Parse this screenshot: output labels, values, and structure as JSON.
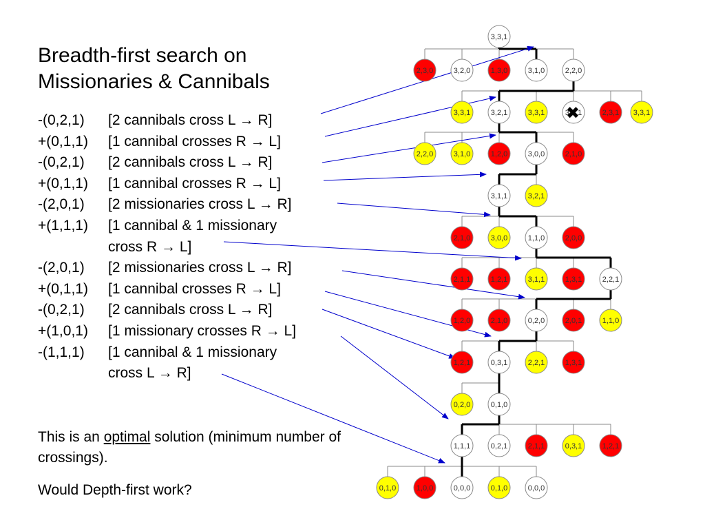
{
  "title": {
    "line1": "Breadth-first search on",
    "line2": "Missionaries & Cannibals"
  },
  "steps": [
    {
      "code": "-(0,2,1)",
      "desc": "[2 cannibals cross L → R]"
    },
    {
      "code": "+(0,1,1)",
      "desc": "[1 cannibal crosses R → L]"
    },
    {
      "code": "-(0,2,1)",
      "desc": "[2 cannibals cross L → R]"
    },
    {
      "code": "+(0,1,1)",
      "desc": "[1 cannibal crosses R → L]"
    },
    {
      "code": "-(2,0,1)",
      "desc": "[2 missionaries cross L → R]"
    },
    {
      "code": "+(1,1,1)",
      "desc": "[1 cannibal & 1 missionary"
    },
    {
      "code": "",
      "desc": "cross R → L]"
    },
    {
      "code": "-(2,0,1)",
      "desc": "[2 missionaries cross L → R]"
    },
    {
      "code": "+(0,1,1)",
      "desc": "[1 cannibal crosses R → L]"
    },
    {
      "code": "-(0,2,1)",
      "desc": "[2 cannibals cross L → R]"
    },
    {
      "code": "+(1,0,1)",
      "desc": "[1 missionary crosses R → L]"
    },
    {
      "code": "-(1,1,1)",
      "desc": "[1 cannibal & 1 missionary"
    },
    {
      "code": "",
      "desc": "cross L → R]"
    }
  ],
  "note": {
    "before": "This is an ",
    "underlined": "optimal",
    "after": " solution (minimum number of crossings)."
  },
  "question": "Would Depth-first work?",
  "colors": {
    "illegal": "#ff0000",
    "repeated": "#ffff00",
    "open": "#ffffff",
    "arrow": "#0000cc",
    "path": "#000000",
    "edge": "#888888"
  },
  "rejected_mark": "✖",
  "tree": {
    "rows": [
      [
        {
          "label": "3,3,1",
          "status": "open"
        }
      ],
      [
        {
          "label": "2,3,0",
          "status": "illegal"
        },
        {
          "label": "3,2,0",
          "status": "open"
        },
        {
          "label": "1,3,0",
          "status": "illegal"
        },
        {
          "label": "3,1,0",
          "status": "open"
        },
        {
          "label": "2,2,0",
          "status": "open"
        }
      ],
      [
        {
          "label": "3,3,1",
          "status": "repeated"
        },
        {
          "label": "3,2,1",
          "status": "open"
        },
        {
          "label": "3,3,1",
          "status": "repeated"
        },
        {
          "label": "3,2,1",
          "status": "open"
        },
        {
          "label": "2,3,1",
          "status": "illegal"
        },
        {
          "label": "3,3,1",
          "status": "repeated"
        }
      ],
      [
        {
          "label": "2,2,0",
          "status": "repeated"
        },
        {
          "label": "3,1,0",
          "status": "repeated"
        },
        {
          "label": "1,2,0",
          "status": "illegal"
        },
        {
          "label": "3,0,0",
          "status": "open"
        },
        {
          "label": "2,1,0",
          "status": "illegal"
        }
      ],
      [
        {
          "label": "3,1,1",
          "status": "open"
        },
        {
          "label": "3,2,1",
          "status": "repeated"
        }
      ],
      [
        {
          "label": "2,1,0",
          "status": "illegal"
        },
        {
          "label": "3,0,0",
          "status": "repeated"
        },
        {
          "label": "1,1,0",
          "status": "open"
        },
        {
          "label": "2,0,0",
          "status": "illegal"
        }
      ],
      [
        {
          "label": "2,1,1",
          "status": "illegal"
        },
        {
          "label": "1,2,1",
          "status": "illegal"
        },
        {
          "label": "3,1,1",
          "status": "repeated"
        },
        {
          "label": "1,3,1",
          "status": "illegal"
        },
        {
          "label": "2,2,1",
          "status": "open"
        }
      ],
      [
        {
          "label": "1,2,0",
          "status": "illegal"
        },
        {
          "label": "2,1,0",
          "status": "illegal"
        },
        {
          "label": "0,2,0",
          "status": "open"
        },
        {
          "label": "2,0,1",
          "status": "illegal"
        },
        {
          "label": "1,1,0",
          "status": "repeated"
        }
      ],
      [
        {
          "label": "1,2,1",
          "status": "illegal"
        },
        {
          "label": "0,3,1",
          "status": "open"
        },
        {
          "label": "2,2,1",
          "status": "repeated"
        },
        {
          "label": "1,3,1",
          "status": "illegal"
        }
      ],
      [
        {
          "label": "0,2,0",
          "status": "repeated"
        },
        {
          "label": "0,1,0",
          "status": "open"
        }
      ],
      [
        {
          "label": "1,1,1",
          "status": "open"
        },
        {
          "label": "0,2,1",
          "status": "open"
        },
        {
          "label": "2,1,1",
          "status": "illegal"
        },
        {
          "label": "0,3,1",
          "status": "repeated"
        },
        {
          "label": "1,2,1",
          "status": "illegal"
        }
      ],
      [
        {
          "label": "0,1,0",
          "status": "repeated"
        },
        {
          "label": "1,0,0",
          "status": "illegal"
        },
        {
          "label": "0,0,0",
          "status": "open"
        },
        {
          "label": "0,1,0",
          "status": "repeated"
        },
        {
          "label": "0,0,0",
          "status": "open"
        }
      ]
    ]
  }
}
